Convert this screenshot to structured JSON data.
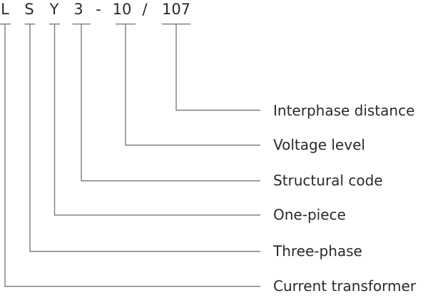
{
  "designation": {
    "full_code": "L S Y 3 - 10 / 107",
    "segments": [
      "L",
      "S",
      "Y",
      "3",
      "-",
      "10",
      "/",
      "107"
    ],
    "meanings": [
      {
        "segment": "107",
        "meaning": "Interphase distance"
      },
      {
        "segment": "10",
        "meaning": "Voltage level"
      },
      {
        "segment": "3",
        "meaning": "Structural code"
      },
      {
        "segment": "Y",
        "meaning": "One-piece"
      },
      {
        "segment": "S",
        "meaning": "Three-phase"
      },
      {
        "segment": "L",
        "meaning": "Current transformer"
      }
    ]
  },
  "colors": {
    "text": "#2a2a2a",
    "line": "#7d7d7d",
    "background": "#ffffff"
  }
}
